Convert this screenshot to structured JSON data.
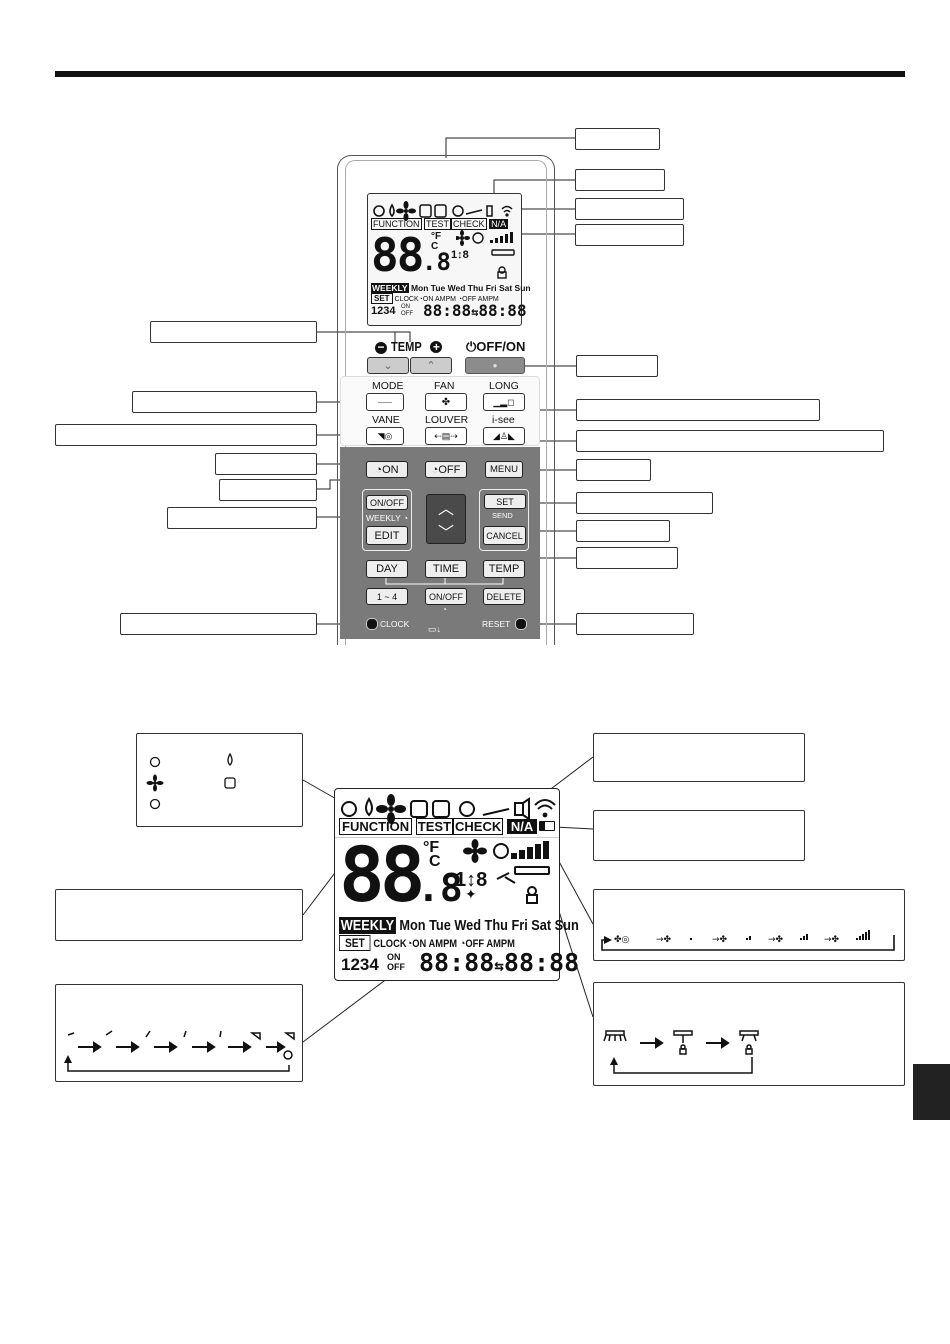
{
  "remote": {
    "small_lcd": {
      "function_label": "FUNCTION",
      "test_label": "TEST",
      "check_label": "CHECK",
      "na_label": "N/A",
      "temp_digits": "88",
      "temp_decimal": ".8",
      "unit_label": "°F\nC",
      "vane_number": "1↕8",
      "weekly_label": "WEEKLY",
      "days": "Mon Tue Wed Thu Fri Sat Sun",
      "set_label": "SET",
      "clock_label": "CLOCK",
      "on_label": "ON",
      "ampm_label": "AMPM",
      "off_label": "OFF",
      "ampm2_label": "AMPM",
      "program_numbers": "1234",
      "on_small": "ON",
      "off_small": "OFF",
      "time1": "88:88",
      "arrow": "⇆",
      "time2": "88:88"
    },
    "temp_label": "TEMP",
    "minus_sign": "−",
    "plus_sign": "+",
    "off_on_label": "OFF/ON",
    "buttons": {
      "mode_label": "MODE",
      "fan_label": "FAN",
      "long_label": "LONG",
      "vane_label": "VANE",
      "louver_label": "LOUVER",
      "isee_label": "i-see",
      "on_timer": "ON",
      "off_timer": "OFF",
      "menu": "MENU",
      "onoff_small": "ON/OFF",
      "weekly_small": "WEEKLY",
      "edit": "EDIT",
      "set": "SET",
      "send": "SEND",
      "cancel": "CANCEL",
      "day": "DAY",
      "time": "TIME",
      "temp": "TEMP",
      "one_to_four": "1 ~ 4",
      "onoff_bottom": "ON/OFF",
      "delete": "DELETE",
      "clock": "CLOCK",
      "reset": "RESET"
    }
  },
  "big_lcd": {
    "function_label": "FUNCTION",
    "test_label": "TEST",
    "check_label": "CHECK",
    "na_label": "N/A",
    "temp_digits": "88",
    "temp_decimal": ".8",
    "unit_f": "°F",
    "unit_c": "C",
    "vane_number": "1↕8",
    "weekly_label": "WEEKLY",
    "days": "Mon Tue Wed Thu Fri Sat Sun",
    "set_label": "SET",
    "clock_label": "CLOCK",
    "on_label": "ON",
    "ampm_label": "AMPM",
    "off_label": "OFF",
    "ampm2_label": "AMPM",
    "program_numbers": "1234",
    "on_small": "ON",
    "off_small": "OFF",
    "time1": "88:88",
    "arrow": "⇆",
    "time2": "88:88"
  }
}
